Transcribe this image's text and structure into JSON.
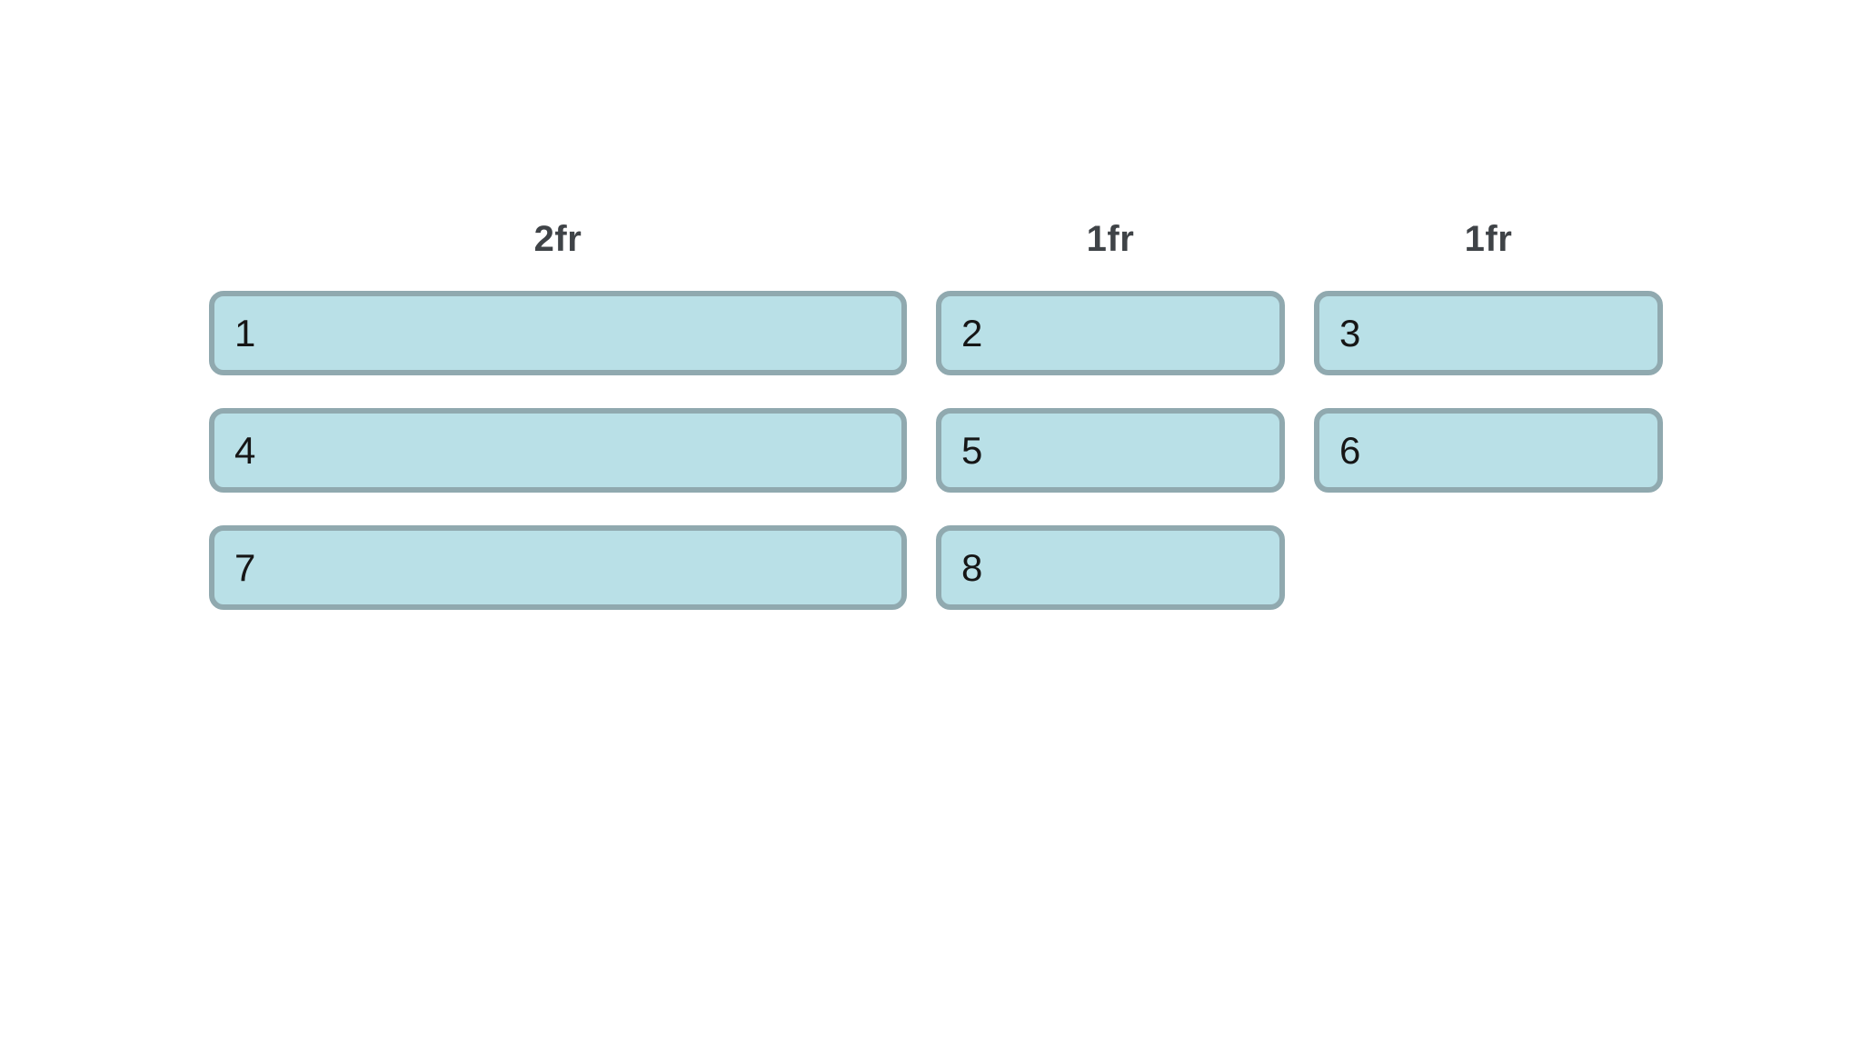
{
  "page": {
    "background": "#ffffff"
  },
  "grid_demo": {
    "column_labels": [
      {
        "label": "2fr"
      },
      {
        "label": "1fr"
      },
      {
        "label": "1fr"
      }
    ],
    "items": [
      {
        "label": "1"
      },
      {
        "label": "2"
      },
      {
        "label": "3"
      },
      {
        "label": "4"
      },
      {
        "label": "5"
      },
      {
        "label": "6"
      },
      {
        "label": "7"
      },
      {
        "label": "8"
      }
    ],
    "colors": {
      "page_bg": "#ffffff",
      "box_fill": "#b9e0e7",
      "box_border": "#90a9af",
      "label_text": "#3f4347",
      "item_text": "#161616"
    }
  }
}
